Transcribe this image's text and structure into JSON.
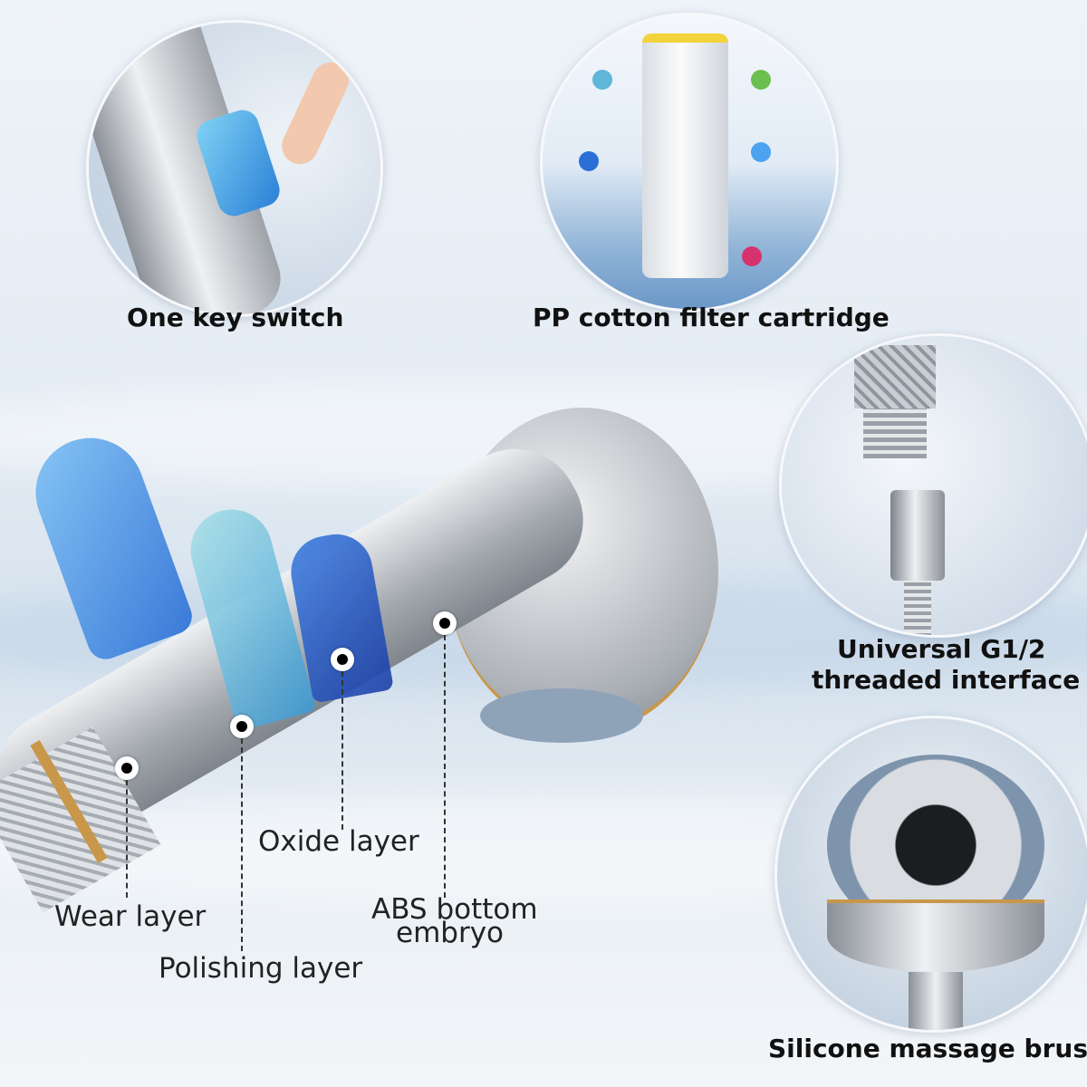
{
  "features": {
    "one_key_switch": "One key switch",
    "filter": "PP cotton filter cartridge",
    "interface_line1": "Universal G1/2",
    "interface_line2": "threaded interface",
    "brush": "Silicone massage brush"
  },
  "layers": {
    "wear": "Wear layer",
    "polishing": "Polishing layer",
    "oxide": "Oxide layer",
    "abs_line1": "ABS bottom",
    "abs_line2": "embryo"
  },
  "colors": {
    "accent_blue": "#2a6fd6",
    "chrome": "#c9cdd3",
    "gold": "#c9974a"
  }
}
